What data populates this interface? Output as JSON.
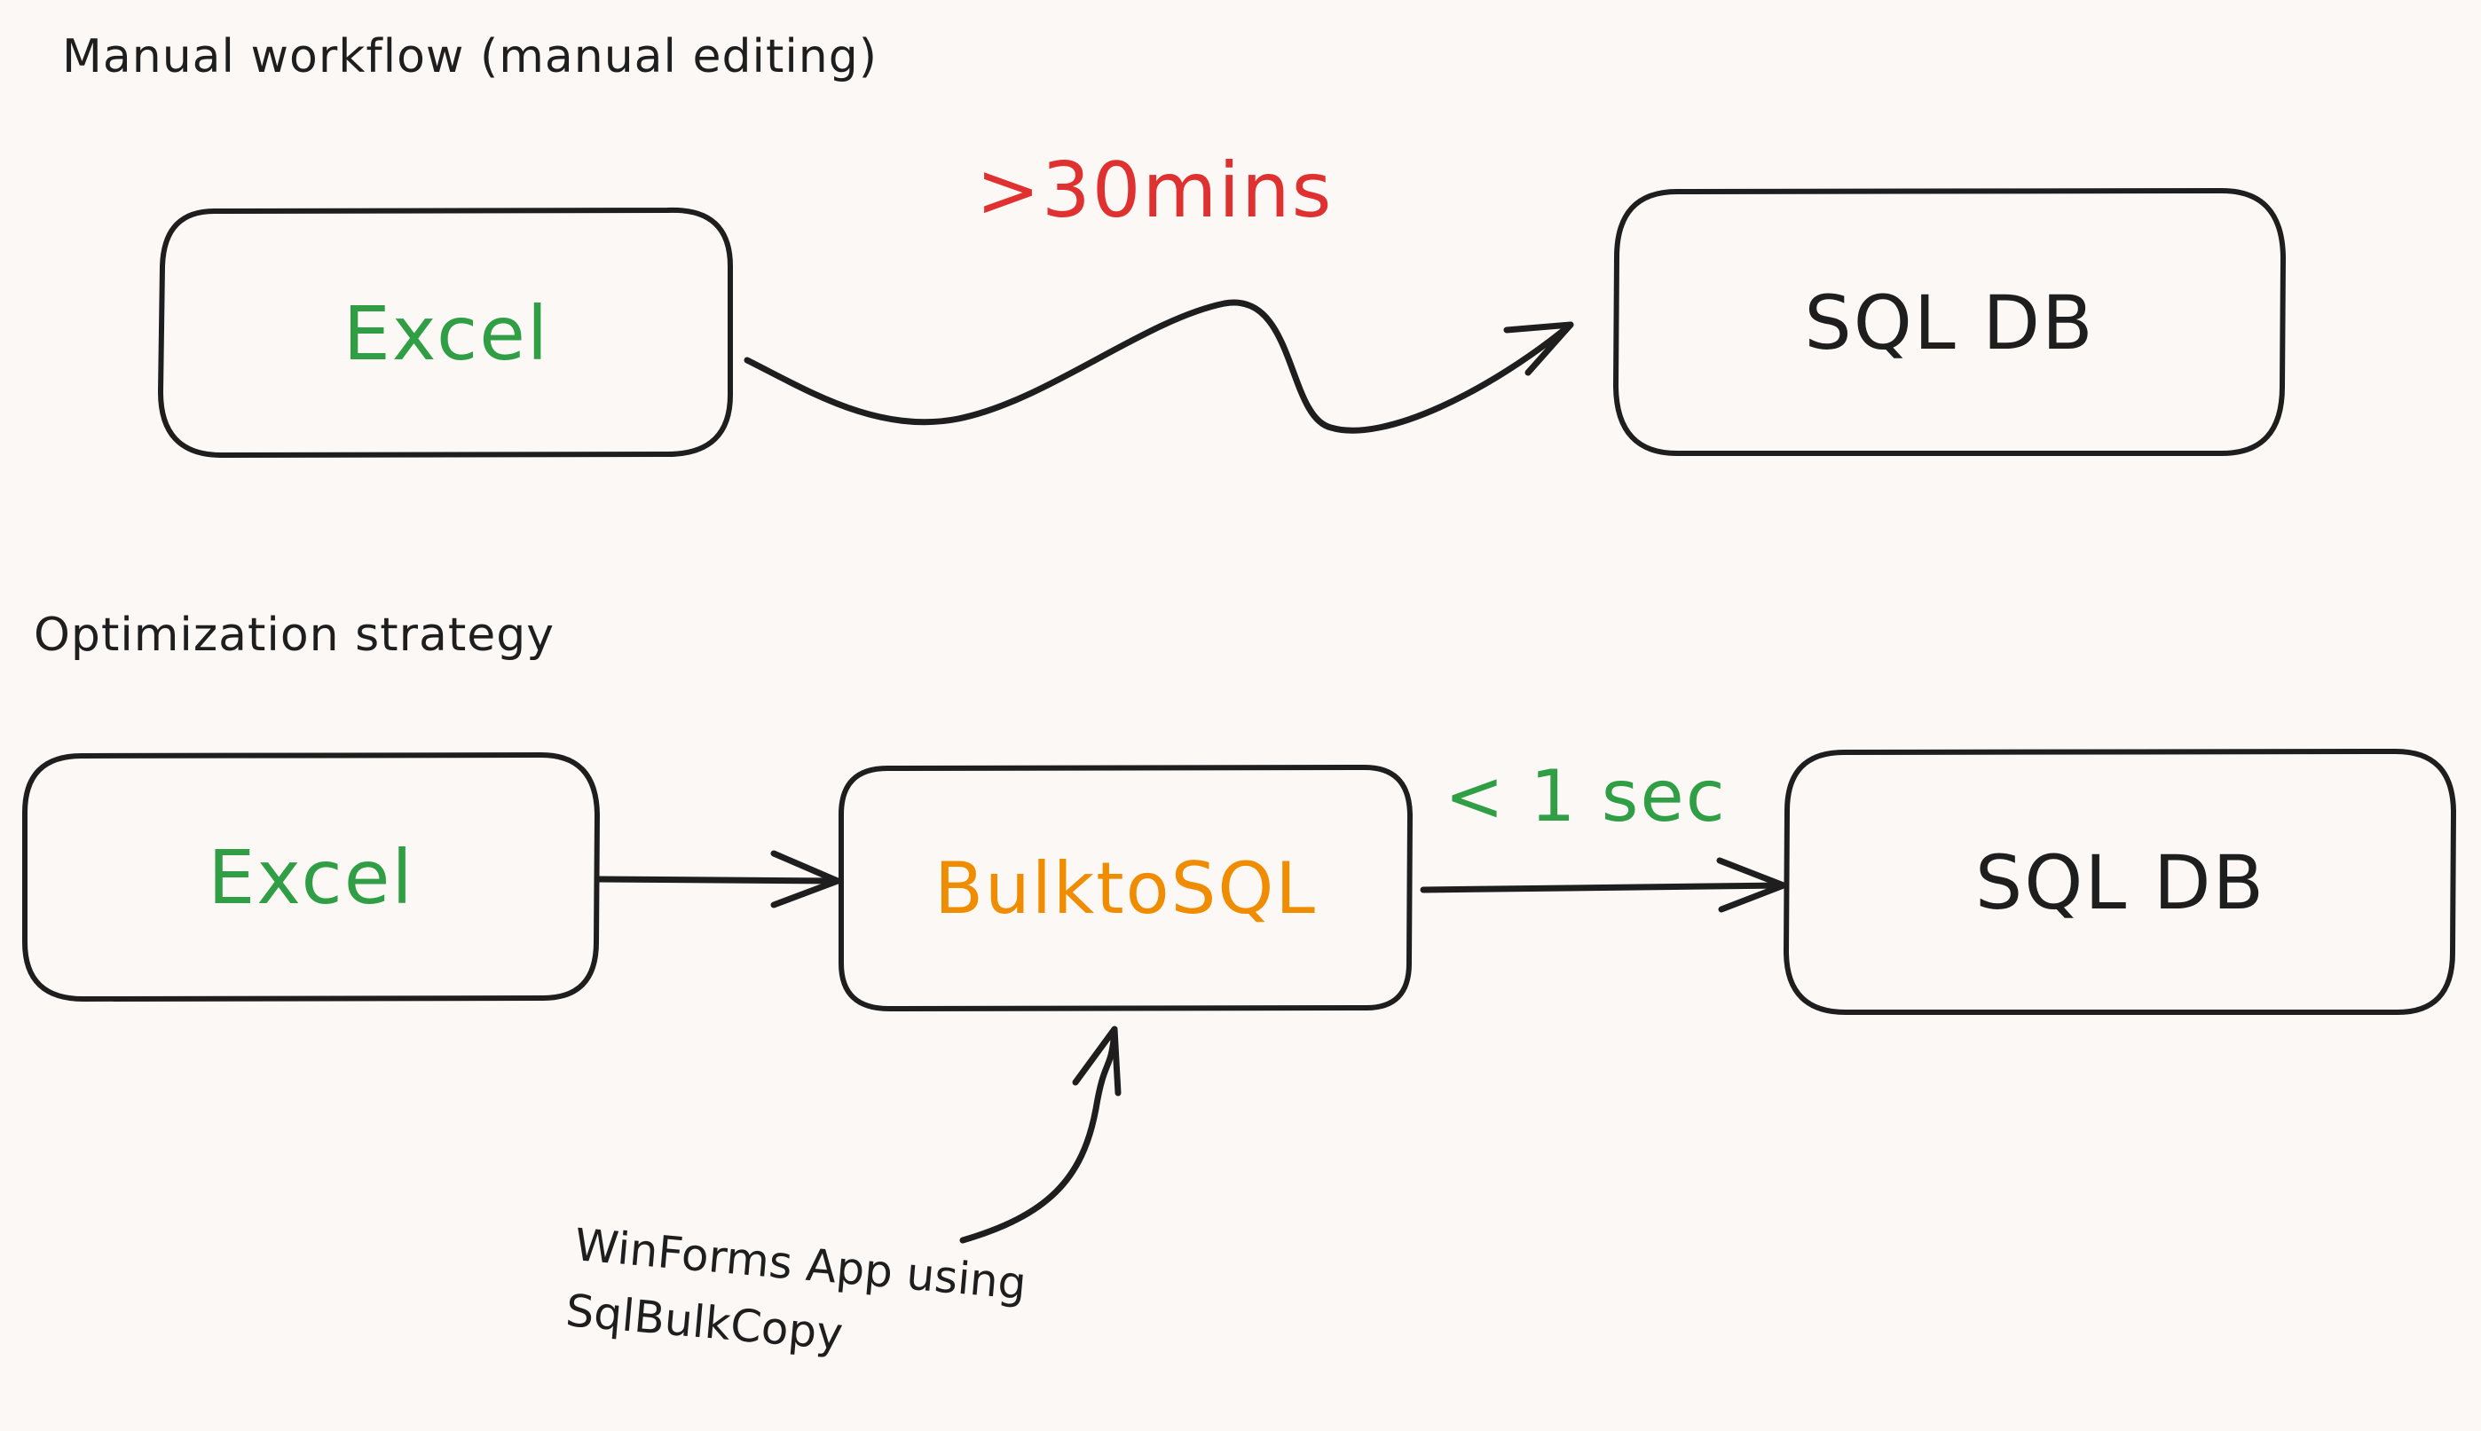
{
  "sections": {
    "manual": {
      "title": "Manual workflow (manual editing)",
      "source": "Excel",
      "target": "SQL DB",
      "duration": ">30mins"
    },
    "optimized": {
      "title": "Optimization strategy",
      "source": "Excel",
      "middle": "BulktoSQL",
      "target": "SQL DB",
      "duration": "< 1 sec",
      "note_line1": "WinForms App using",
      "note_line2": "SqlBulkCopy"
    }
  },
  "colors": {
    "background": "#fcf8f6",
    "stroke": "#1e1e1e",
    "excel": "#2f9e44",
    "slow": "#e03131",
    "fast": "#2f9e44",
    "tool": "#f08c00",
    "db": "#1e1e1e"
  }
}
